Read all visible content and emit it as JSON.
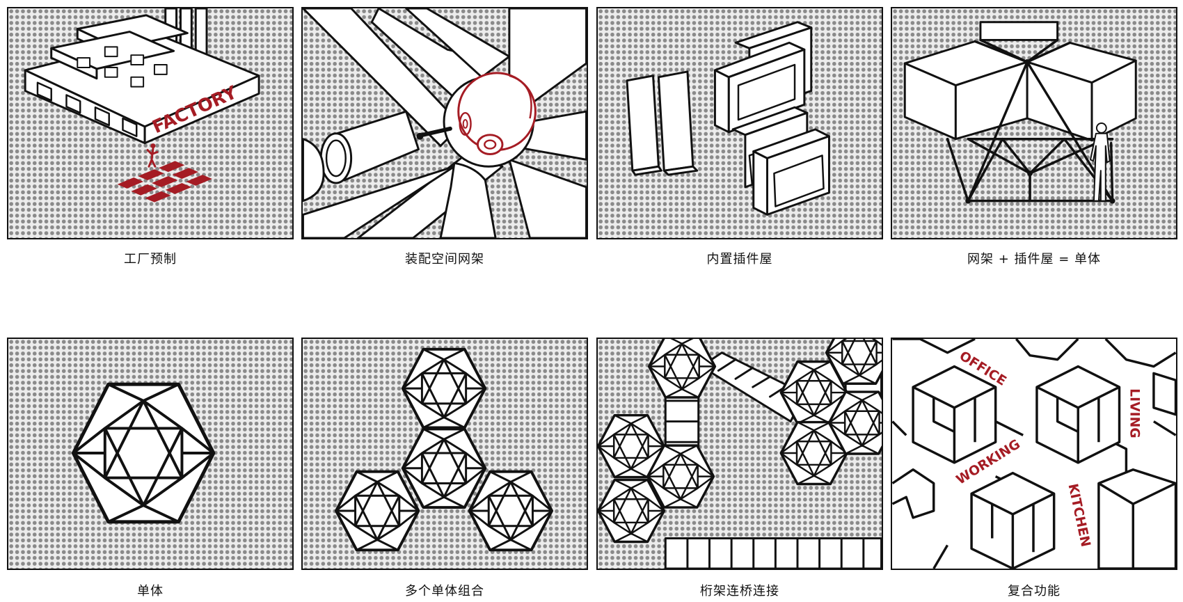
{
  "panels": [
    {
      "caption": "工厂预制",
      "label": "FACTORY"
    },
    {
      "caption": "装配空间网架"
    },
    {
      "caption": "内置插件屋"
    },
    {
      "caption": "网架 + 插件屋 = 单体"
    },
    {
      "caption": "单体"
    },
    {
      "caption": "多个单体组合"
    },
    {
      "caption": "桁架连桥连接"
    },
    {
      "caption": "复合功能",
      "labels": {
        "office": "OFFICE",
        "living": "LIVING",
        "working": "WORKING",
        "kitchen": "KITCHEN"
      }
    }
  ],
  "colors": {
    "accent": "#a51c24",
    "ink": "#111111",
    "dot_pattern": "#8a8a8a"
  }
}
